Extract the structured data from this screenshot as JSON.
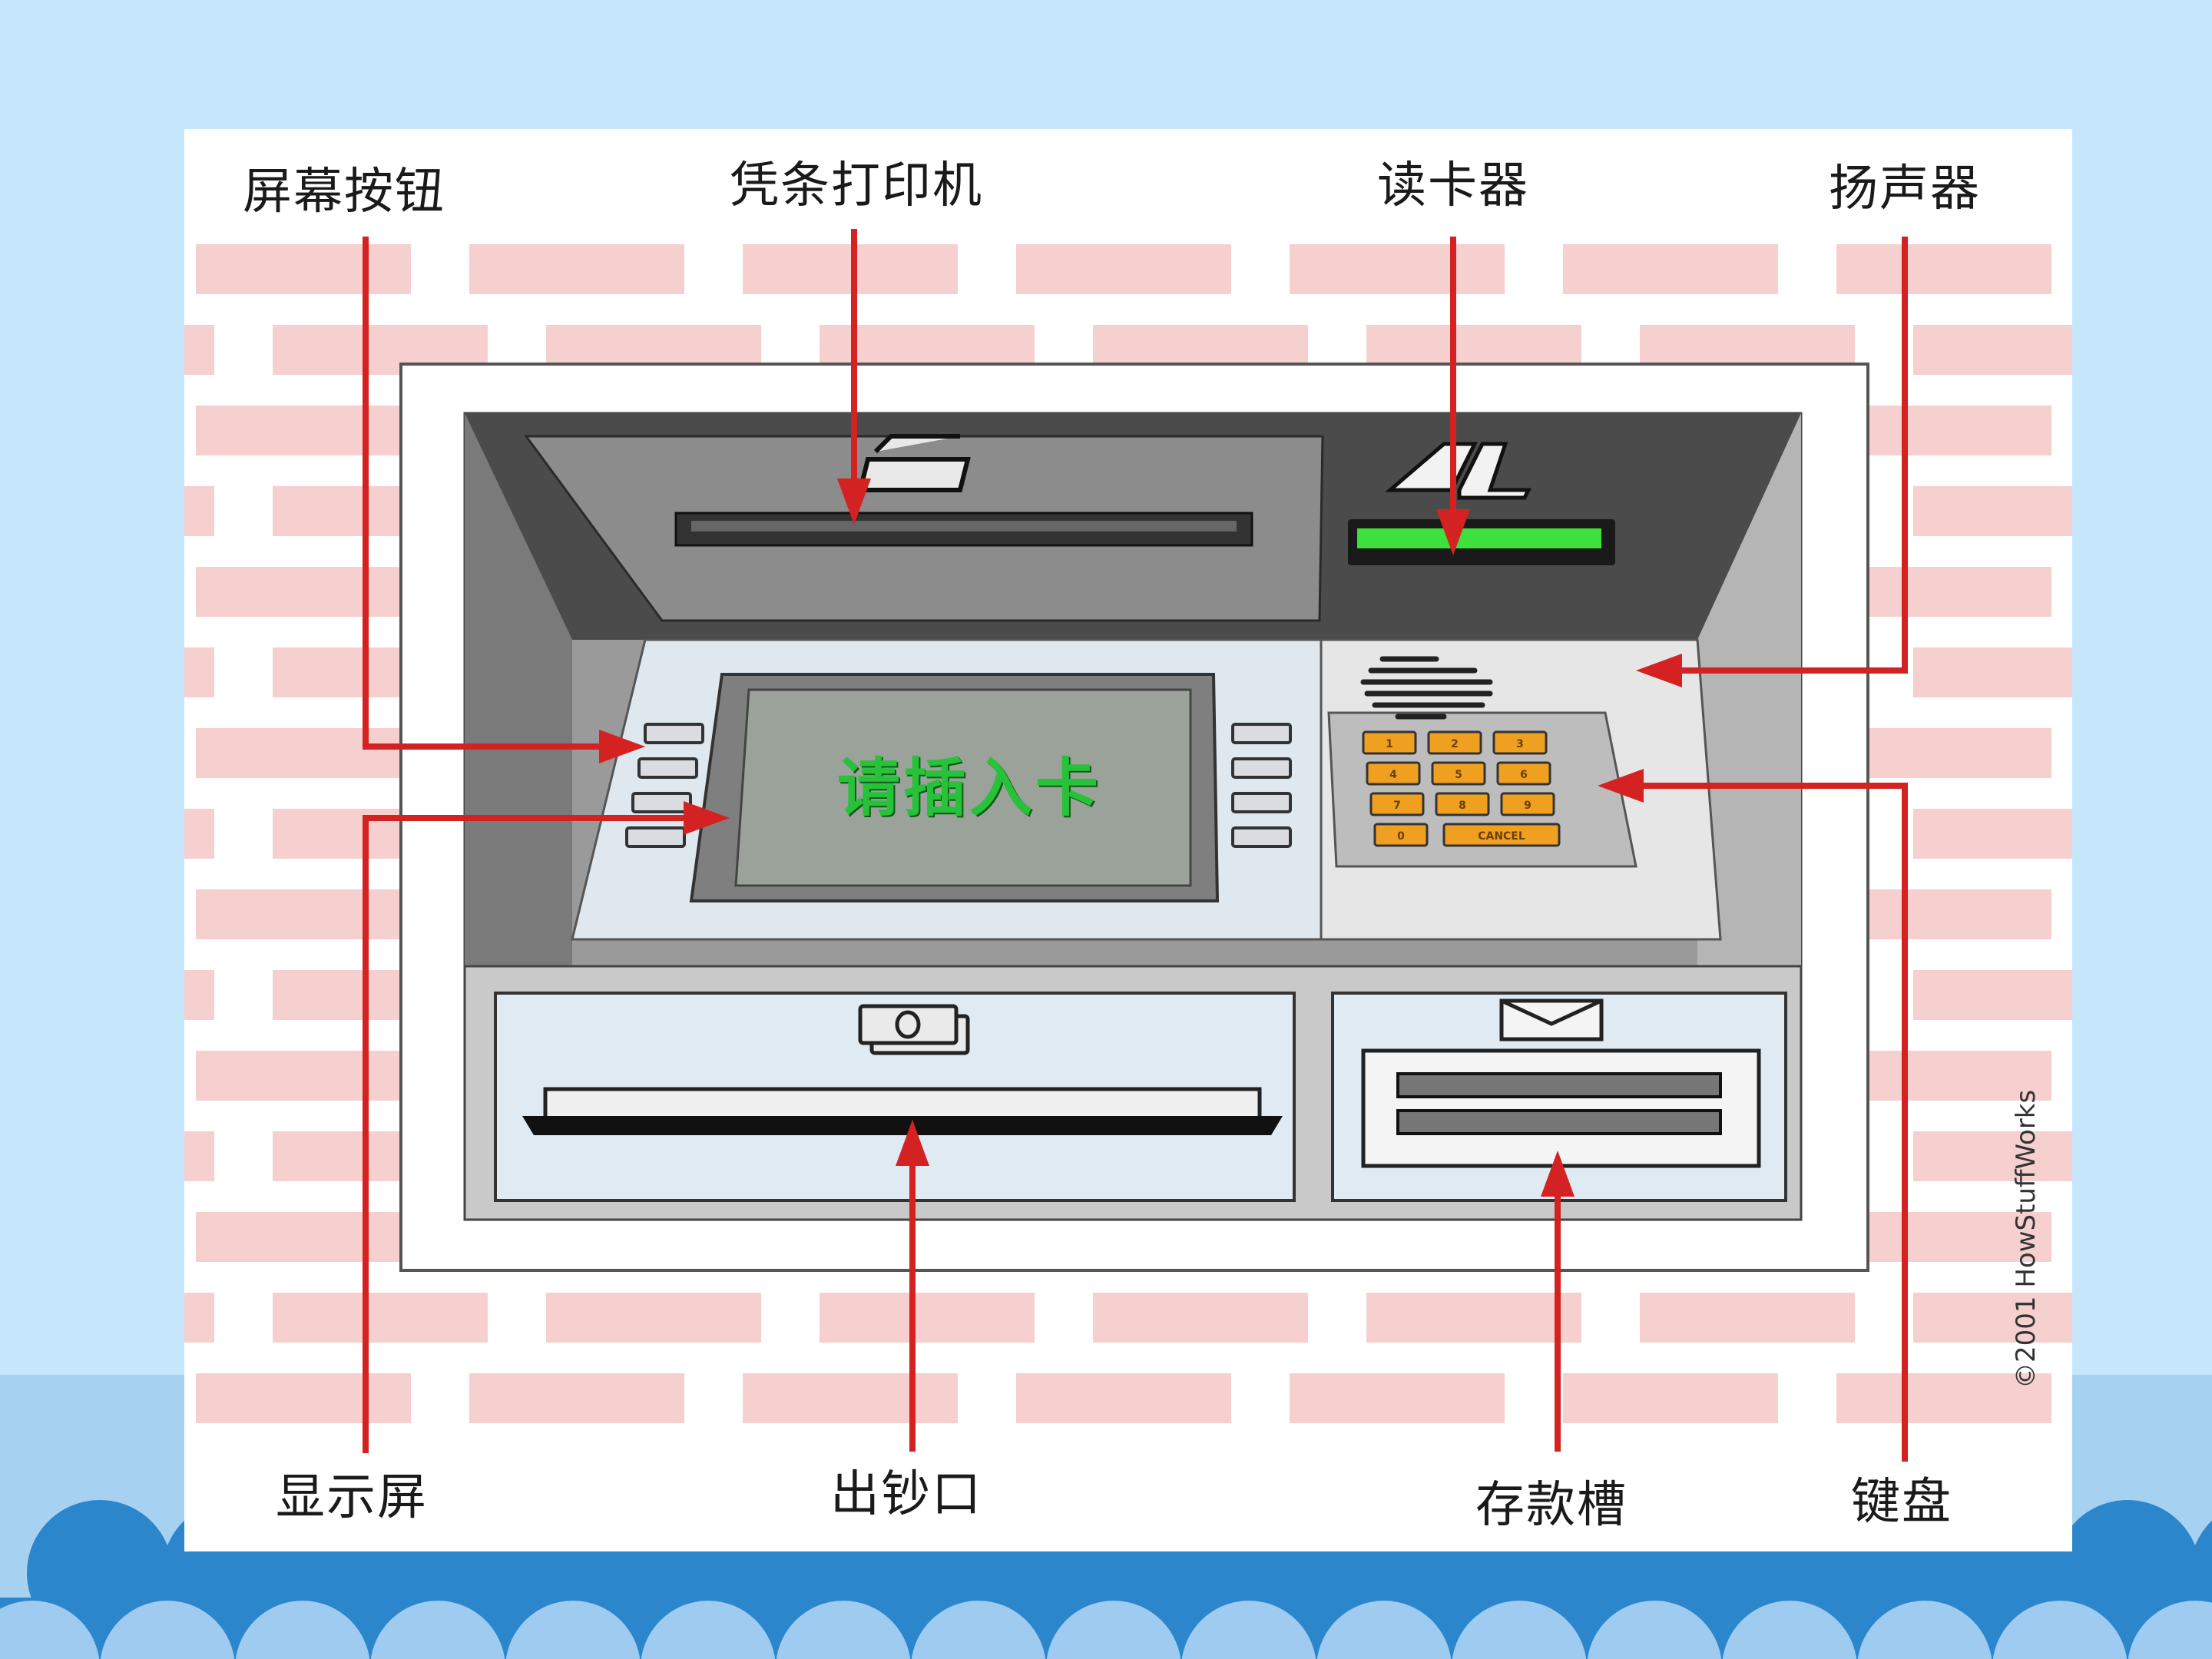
{
  "callouts": {
    "screen_buttons": "屏幕按钮",
    "receipt_printer": "凭条打印机",
    "card_reader": "读卡器",
    "speaker": "扬声器",
    "display_screen": "显示屏",
    "cash_dispenser": "出钞口",
    "deposit_slot": "存款槽",
    "keypad": "键盘"
  },
  "screen_message": "请插入卡",
  "keypad_keys": [
    "1",
    "2",
    "3",
    "4",
    "5",
    "6",
    "7",
    "8",
    "9",
    "0",
    "CANCEL"
  ],
  "credit": "©2001 HowStuffWorks",
  "colors": {
    "background": "#c6e6fb",
    "arrow": "#d42222",
    "brick": "#f6cfcf",
    "screen_text": "#27c13a",
    "key": "#f0a020",
    "card_slot": "#3ee03e",
    "wave": "#2b86cc"
  }
}
